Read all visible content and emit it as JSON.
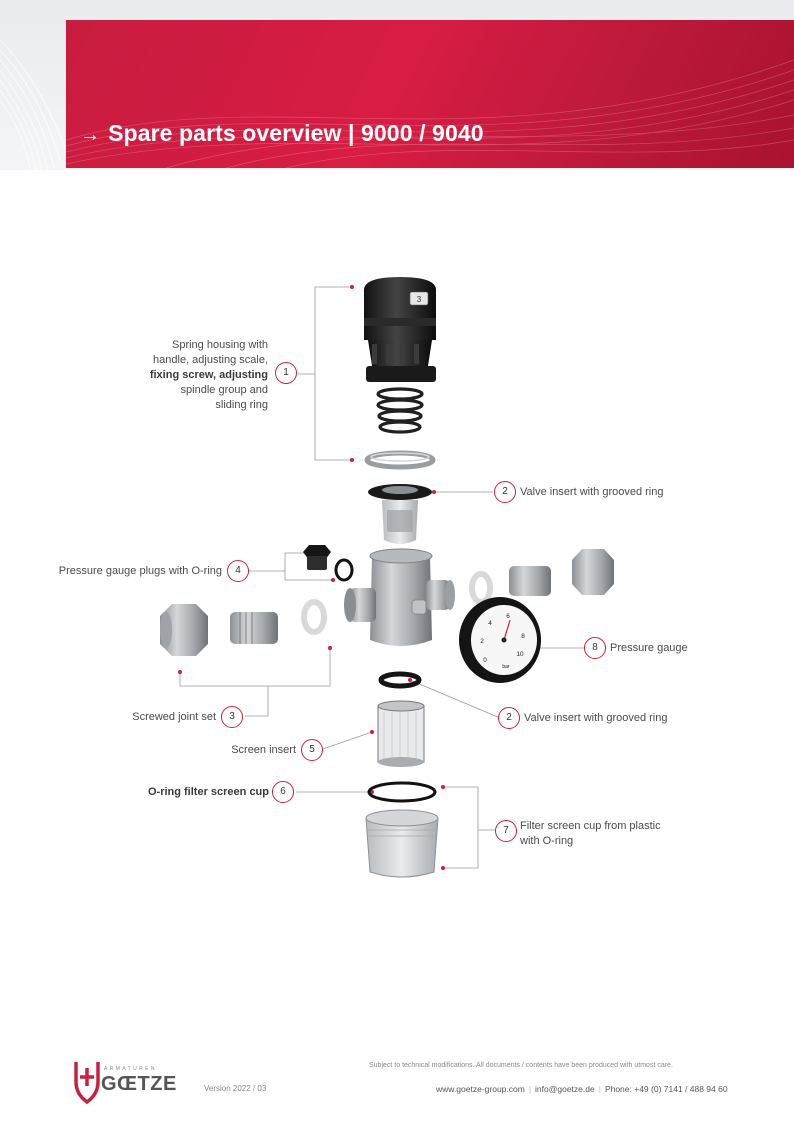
{
  "header": {
    "title": "Spare parts overview | 9000 / 9040",
    "arrow": "→"
  },
  "callouts": [
    {
      "number": "1",
      "label_lines": [
        "Spring housing with",
        "handle, adjusting scale,"
      ],
      "label_bold": "fixing screw, adjusting",
      "label_tail": [
        "spindle group and",
        "sliding ring"
      ]
    },
    {
      "number": "2",
      "label": "Valve insert with grooved ring"
    },
    {
      "number": "4",
      "label": "Pressure gauge plugs with O-ring"
    },
    {
      "number": "8",
      "label": "Pressure gauge"
    },
    {
      "number": "3",
      "label": "Screwed joint set"
    },
    {
      "number": "2",
      "label": "Valve insert with grooved ring"
    },
    {
      "number": "5",
      "label": "Screen insert"
    },
    {
      "number": "6",
      "label": "O-ring filter screen cup"
    },
    {
      "number": "7",
      "label_lines": [
        "Filter screen cup from plastic",
        "with O-ring"
      ]
    }
  ],
  "gauge": {
    "scale": [
      "0",
      "2",
      "4",
      "6",
      "8",
      "10"
    ],
    "unit": "bar"
  },
  "handle_scale_value": "3",
  "footer": {
    "note": "Subject to technical modifications. All documents / contents have been produced with utmost care.",
    "version": "Version 2022 / 03",
    "website": "www.goetze-group.com",
    "email": "info@goetze.de",
    "phone": "Phone: +49 (0) 7141 / 488 94 60",
    "logo_text": "GŒTZE",
    "logo_sub": "ARMATUREN"
  },
  "colors": {
    "accent": "#c8203f",
    "banner": "#d91c44"
  }
}
